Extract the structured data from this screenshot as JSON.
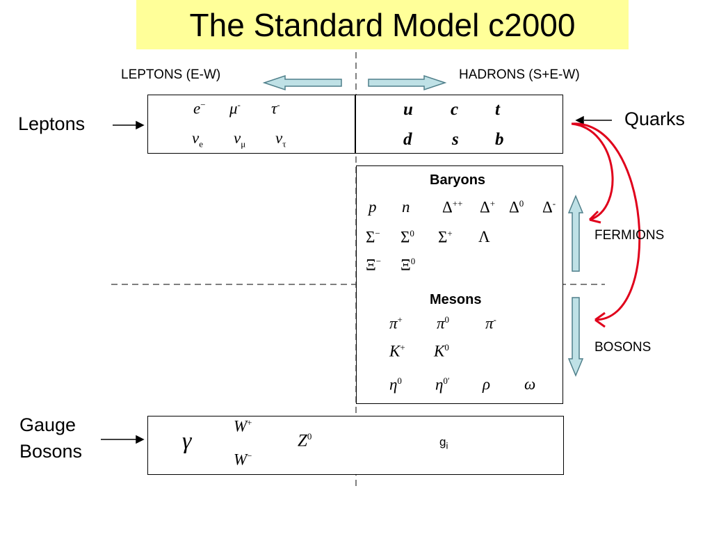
{
  "title": "The Standard Model c2000",
  "header": {
    "leptons_group": "LEPTONS (E-W)",
    "hadrons_group": "HADRONS (S+E-W)"
  },
  "side_labels": {
    "leptons": "Leptons",
    "quarks": "Quarks",
    "fermions": "FERMIONS",
    "bosons": "BOSONS",
    "gauge_line1": "Gauge",
    "gauge_line2": "Bosons"
  },
  "leptons": {
    "row1": [
      {
        "base": "e",
        "sup": "−",
        "sub": ""
      },
      {
        "base": "μ",
        "sup": "-",
        "sub": ""
      },
      {
        "base": "τ",
        "sup": "-",
        "sub": ""
      }
    ],
    "row2": [
      {
        "base": "ν",
        "sup": "",
        "sub": "e"
      },
      {
        "base": "ν",
        "sup": "",
        "sub": "μ"
      },
      {
        "base": "ν",
        "sup": "",
        "sub": "τ"
      }
    ]
  },
  "quarks": {
    "row1": [
      "u",
      "c",
      "t"
    ],
    "row2": [
      "d",
      "s",
      "b"
    ]
  },
  "baryons": {
    "heading": "Baryons",
    "row1": [
      {
        "base": "p",
        "sup": "",
        "italic": true
      },
      {
        "base": "n",
        "sup": "",
        "italic": true
      },
      {
        "base": "Δ",
        "sup": "++",
        "italic": false
      },
      {
        "base": "Δ",
        "sup": "+",
        "italic": false
      },
      {
        "base": "Δ",
        "sup": "0",
        "italic": false
      },
      {
        "base": "Δ",
        "sup": "-",
        "italic": false
      }
    ],
    "row2": [
      {
        "base": "Σ",
        "sup": "−"
      },
      {
        "base": "Σ",
        "sup": "0"
      },
      {
        "base": "Σ",
        "sup": "+"
      },
      {
        "base": "Λ",
        "sup": ""
      }
    ],
    "row3": [
      {
        "base": "Ξ",
        "sup": "−"
      },
      {
        "base": "Ξ",
        "sup": "0"
      }
    ]
  },
  "mesons": {
    "heading": "Mesons",
    "row1": [
      {
        "base": "π",
        "sup": "+"
      },
      {
        "base": "π",
        "sup": "0"
      },
      {
        "base": "π",
        "sup": "-"
      }
    ],
    "row2": [
      {
        "base": "K",
        "sup": "+"
      },
      {
        "base": "K",
        "sup": "0"
      }
    ],
    "row3": [
      {
        "base": "η",
        "sup": "0"
      },
      {
        "base": "η",
        "sup": "0′"
      },
      {
        "base": "ρ",
        "sup": ""
      },
      {
        "base": "ω",
        "sup": ""
      }
    ]
  },
  "gauge": {
    "gamma": "γ",
    "w_plus": {
      "base": "W",
      "sup": "+"
    },
    "w_minus": {
      "base": "W",
      "sup": "−"
    },
    "z": {
      "base": "Z",
      "sup": "0"
    },
    "gluon": {
      "base": "g",
      "sub": "i"
    }
  },
  "colors": {
    "title_bg": "#ffff99",
    "arrow_fill": "#bfe1e6",
    "arrow_stroke": "#4f7f8a",
    "curve": "#e0001b"
  }
}
